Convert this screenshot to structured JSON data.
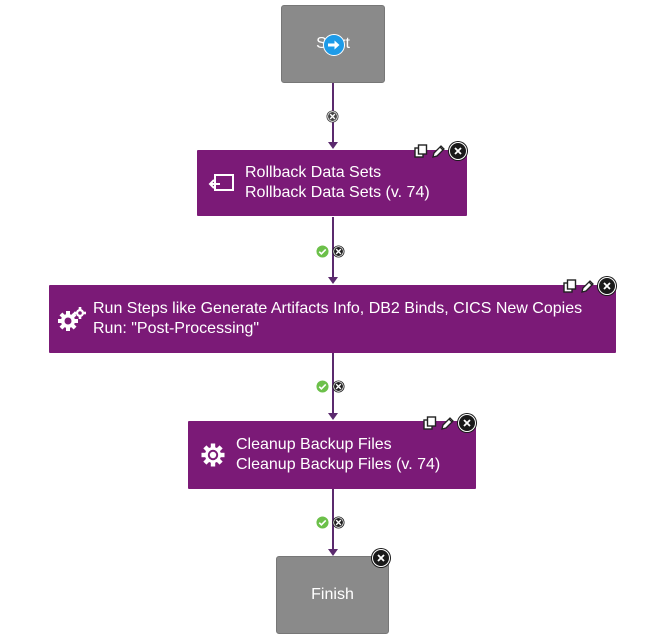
{
  "start": {
    "label": "Start"
  },
  "steps": [
    {
      "line1": "Rollback Data Sets",
      "line2": "Rollback Data Sets (v. 74)",
      "icon": "rollback-icon"
    },
    {
      "line1": "Run Steps like Generate Artifacts Info, DB2 Binds, CICS New Copies",
      "line2": "Run: \"Post-Processing\"",
      "icon": "gears-icon"
    },
    {
      "line1": "Cleanup Backup Files",
      "line2": "Cleanup Backup Files (v. 74)",
      "icon": "gear-icon"
    }
  ],
  "finish": {
    "label": "Finish"
  },
  "colors": {
    "step_bg": "#7b1a77",
    "terminal_bg": "#8a8a8a",
    "success": "#6cc04a",
    "connector": "#5b2a6e"
  }
}
